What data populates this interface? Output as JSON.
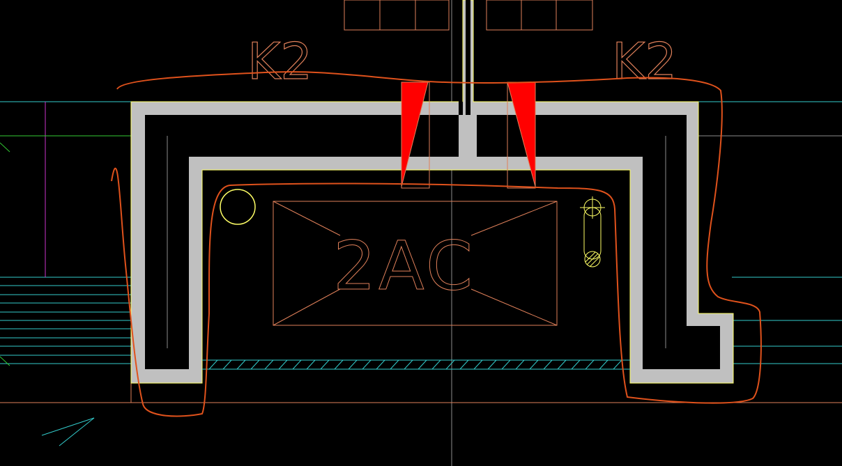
{
  "drawing": {
    "labels": {
      "left_tag": "K2",
      "right_tag": "K2",
      "equipment": "2AC"
    },
    "colors": {
      "background": "#000000",
      "wall_fill": "#c0c0c0",
      "outline_yellow": "#ffff66",
      "cyan": "#33cccc",
      "green": "#33cc33",
      "magenta": "#cc33cc",
      "orange_text": "#e0805a",
      "markup_red": "#ff0000",
      "markup_orange": "#e0521c",
      "gray_axis": "#8c8c8c"
    },
    "icons": {
      "left_circle": "circle-symbol",
      "right_symbol": "centerline-slot-symbol"
    }
  }
}
